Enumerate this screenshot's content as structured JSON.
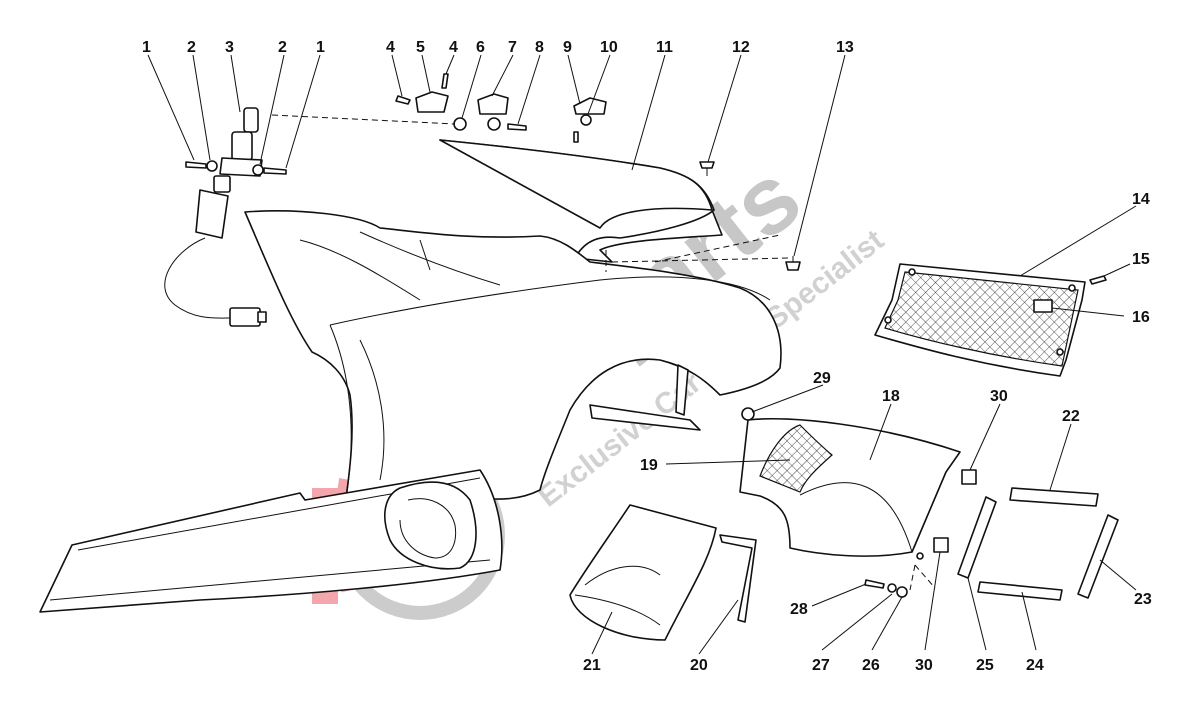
{
  "watermark": {
    "brand": "Masparts",
    "tagline": "Exclusive Car Parts Specialist",
    "brand_color": "#9a9a9a",
    "accent_color": "#e8505b"
  },
  "callouts": [
    {
      "id": "c1a",
      "label": "1"
    },
    {
      "id": "c2a",
      "label": "2"
    },
    {
      "id": "c3",
      "label": "3"
    },
    {
      "id": "c2b",
      "label": "2"
    },
    {
      "id": "c1b",
      "label": "1"
    },
    {
      "id": "c4a",
      "label": "4"
    },
    {
      "id": "c5",
      "label": "5"
    },
    {
      "id": "c4b",
      "label": "4"
    },
    {
      "id": "c6",
      "label": "6"
    },
    {
      "id": "c7",
      "label": "7"
    },
    {
      "id": "c8",
      "label": "8"
    },
    {
      "id": "c9",
      "label": "9"
    },
    {
      "id": "c10",
      "label": "10"
    },
    {
      "id": "c11",
      "label": "11"
    },
    {
      "id": "c12",
      "label": "12"
    },
    {
      "id": "c13",
      "label": "13"
    },
    {
      "id": "c14",
      "label": "14"
    },
    {
      "id": "c15",
      "label": "15"
    },
    {
      "id": "c16",
      "label": "16"
    },
    {
      "id": "c18",
      "label": "18"
    },
    {
      "id": "c19",
      "label": "19"
    },
    {
      "id": "c29",
      "label": "29"
    },
    {
      "id": "c30a",
      "label": "30"
    },
    {
      "id": "c22",
      "label": "22"
    },
    {
      "id": "c23",
      "label": "23"
    },
    {
      "id": "c21",
      "label": "21"
    },
    {
      "id": "c20",
      "label": "20"
    },
    {
      "id": "c28",
      "label": "28"
    },
    {
      "id": "c27",
      "label": "27"
    },
    {
      "id": "c26",
      "label": "26"
    },
    {
      "id": "c30b",
      "label": "30"
    },
    {
      "id": "c25",
      "label": "25"
    },
    {
      "id": "c24",
      "label": "24"
    }
  ]
}
